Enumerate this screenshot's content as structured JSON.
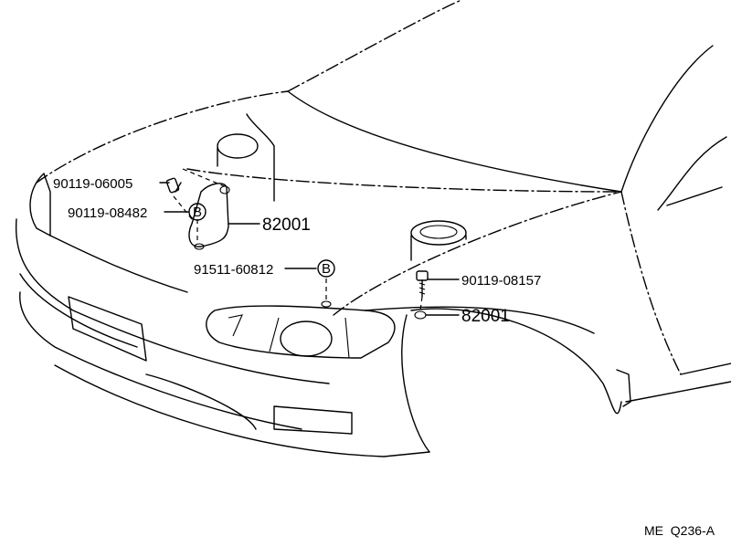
{
  "diagram": {
    "parts": [
      {
        "id": "p1",
        "number": "90119-06005"
      },
      {
        "id": "p2",
        "number": "90119-08482"
      },
      {
        "id": "p3",
        "number": "82001"
      },
      {
        "id": "p4",
        "number": "91511-60812"
      },
      {
        "id": "p5",
        "number": "90119-08157"
      },
      {
        "id": "p6",
        "number": "82001"
      }
    ],
    "markers": {
      "b1": "B",
      "b2": "B"
    },
    "reference": "ME  Q236-A"
  },
  "colors": {
    "line": "#000000",
    "background": "#ffffff"
  }
}
